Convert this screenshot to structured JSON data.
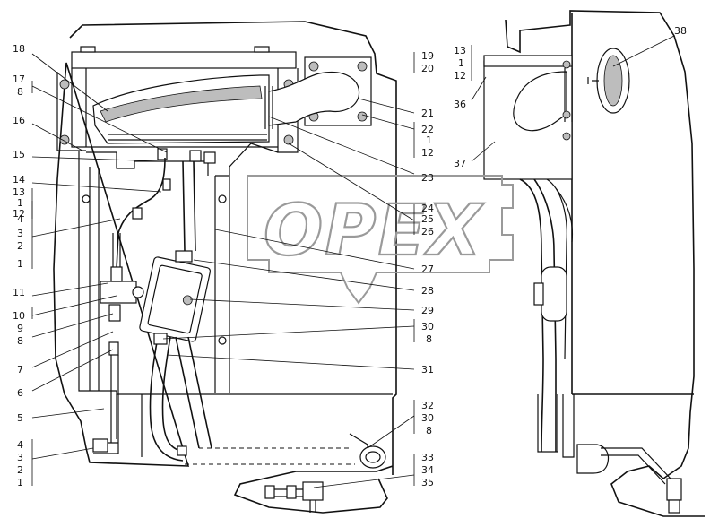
{
  "watermark": {
    "text": "OPEX",
    "color": "#9a9a9a"
  },
  "line_color": "#111111",
  "shade_color": "#bdbdbd",
  "callouts": [
    "18",
    "17",
    "8",
    "16",
    "15",
    "14",
    "13",
    "1",
    "12",
    "4",
    "3",
    "2",
    "1",
    "11",
    "10",
    "9",
    "8",
    "7",
    "6",
    "5",
    "4",
    "3",
    "2",
    "1",
    "19",
    "20",
    "21",
    "22",
    "1",
    "12",
    "23",
    "24",
    "25",
    "26",
    "27",
    "28",
    "29",
    "30",
    "8",
    "31",
    "32",
    "30",
    "8",
    "33",
    "34",
    "35",
    "13",
    "1",
    "12",
    "36",
    "37",
    "38"
  ]
}
